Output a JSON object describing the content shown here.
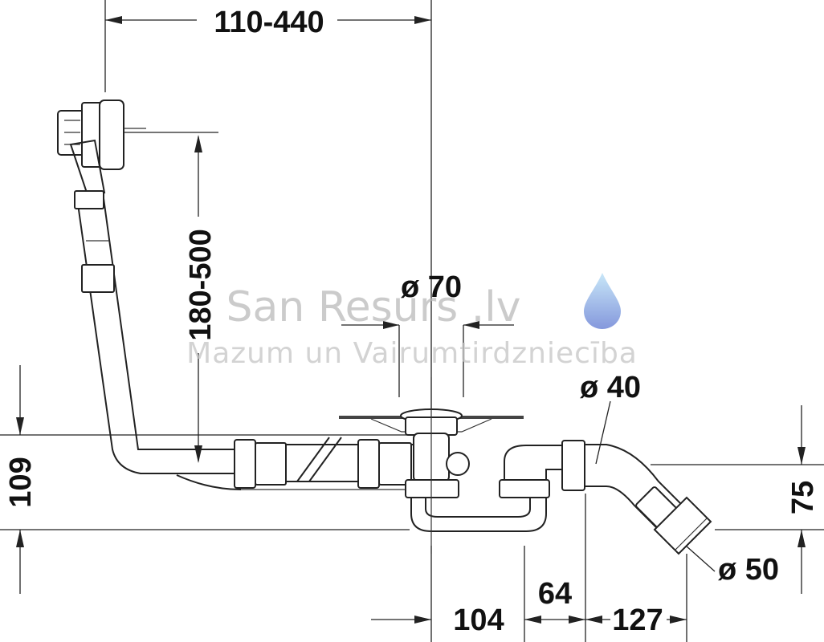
{
  "dimensions": {
    "top_width": "110-440",
    "vertical_overflow": "180-500",
    "drain_diameter": "ø 70",
    "pipe_diameter_40": "ø 40",
    "outlet_diameter_50": "ø 50",
    "left_height": "109",
    "right_height": "75",
    "bottom_104": "104",
    "bottom_64": "64",
    "bottom_127": "127"
  },
  "watermark": {
    "brand": "San Resurs .lv",
    "subtitle": "Mazum un Vairumtirdzniecība"
  },
  "colors": {
    "line": "#222222",
    "watermark_text": "#b9b9b9",
    "drop_light": "#bfe3f7",
    "drop_dark": "#6f86d6"
  }
}
